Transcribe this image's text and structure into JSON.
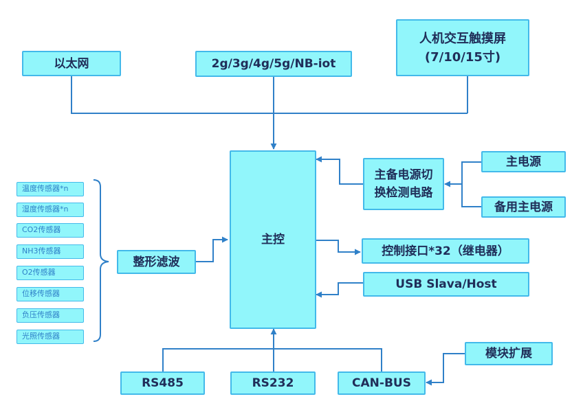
{
  "nodes": {
    "ethernet": "以太网",
    "cellular": "2g/3g/4g/5g/NB-iot",
    "touchscreen": "人机交互触摸屏\n(7/10/15寸)",
    "main_control": "主控",
    "power_switch": "主备电源切\n换检测电路",
    "main_power": "主电源",
    "backup_power": "备用主电源",
    "shaping_filter": "整形滤波",
    "control_interface": "控制接口*32（继电器）",
    "usb": "USB Slava/Host",
    "rs485": "RS485",
    "rs232": "RS232",
    "canbus": "CAN-BUS",
    "module_expansion": "模块扩展"
  },
  "sensors": [
    "温度传感器*n",
    "湿度传感器*n",
    "CO2传感器",
    "NH3传感器",
    "O2传感器",
    "位移传感器",
    "负压传感器",
    "光照传感器"
  ],
  "colors": {
    "box_fill": "#91f6fb",
    "box_border": "#42b9ea",
    "text": "#202e59",
    "line": "#2f80c8"
  }
}
